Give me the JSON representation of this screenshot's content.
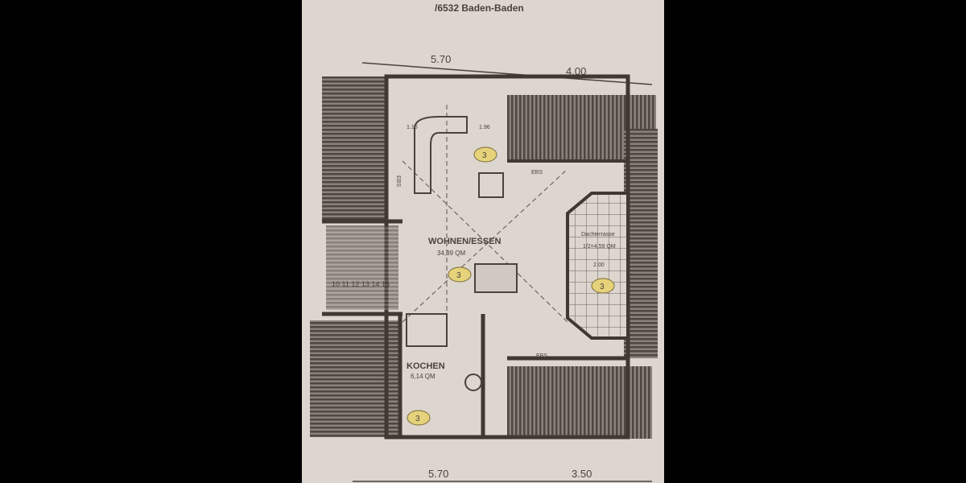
{
  "header": {
    "address_fragment": "/6532 Baden-Baden"
  },
  "dimensions": {
    "top_left": "5.70",
    "top_right": "4.00",
    "bottom_left": "5.70",
    "bottom_right": "3.50"
  },
  "rooms": {
    "living": {
      "name": "WOHNEN/ESSEN",
      "area": "34,39 QM"
    },
    "terrace": {
      "name": "Dachterrasse",
      "area": "1/2=4,59 QM",
      "width": "2.00"
    },
    "kitchen": {
      "name": "KOCHEN",
      "area": "6,14 QM"
    }
  },
  "labels": {
    "ebs_top": "EBS",
    "ebs_bottom": "EBS",
    "ebs_left": "EBS",
    "dim_a": "1.15",
    "dim_b": "1.96",
    "stairs": "10 11 12 13 14 15"
  },
  "badges": [
    "3",
    "3",
    "3",
    "3"
  ],
  "colors": {
    "paper": "#dcd6ce",
    "ink": "#4a423c",
    "hatch": "#5a524c",
    "badge": "#e6d27a"
  }
}
